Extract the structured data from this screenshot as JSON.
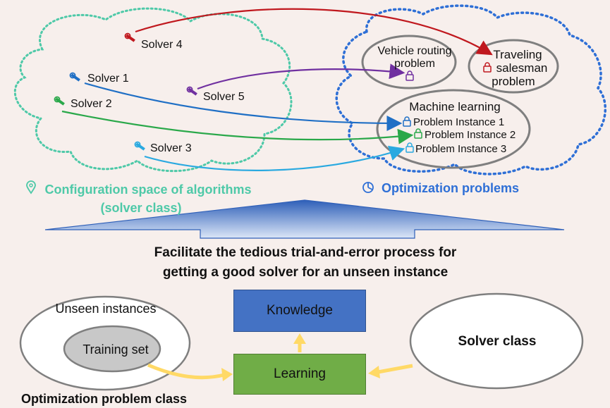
{
  "configuration_space": {
    "title_line1": "Configuration space of algorithms",
    "title_line2": "(solver class)",
    "solvers": [
      "Solver 1",
      "Solver 2",
      "Solver 3",
      "Solver 4",
      "Solver 5"
    ]
  },
  "optimization_problems": {
    "title": "Optimization problems",
    "vehicle_routing_line1": "Vehicle routing",
    "vehicle_routing_line2": "problem",
    "tsp_line1": "Traveling",
    "tsp_line2": "salesman",
    "tsp_line3": "problem",
    "machine_learning": "Machine learning",
    "instances": [
      "Problem Instance 1",
      "Problem Instance 2",
      "Problem Instance 3"
    ]
  },
  "facilitate_line1": "Facilitate the tedious trial-and-error process for",
  "facilitate_line2": "getting a good solver for an unseen instance",
  "bottom": {
    "knowledge": "Knowledge",
    "learning": "Learning",
    "unseen_instances": "Unseen instances",
    "training_set": "Training set",
    "solver_class": "Solver class",
    "problem_class": "Optimization problem class"
  },
  "colors": {
    "background": "#f7efec",
    "config_space": "#4ec9a8",
    "opt_problems": "#2e6fd6",
    "solver1": "#1f6fc5",
    "solver2": "#2aa84a",
    "solver3": "#29a9e0",
    "solver4": "#c0181e",
    "solver5": "#7030a0",
    "knowledge": "#4472c4",
    "learning": "#70ad47",
    "flow_arrow": "#ffd966"
  },
  "icons": {
    "solver": "wrench-icon",
    "instance": "lock-icon",
    "config_space": "location-pin-icon",
    "opt_problems": "pie-chart-icon"
  }
}
